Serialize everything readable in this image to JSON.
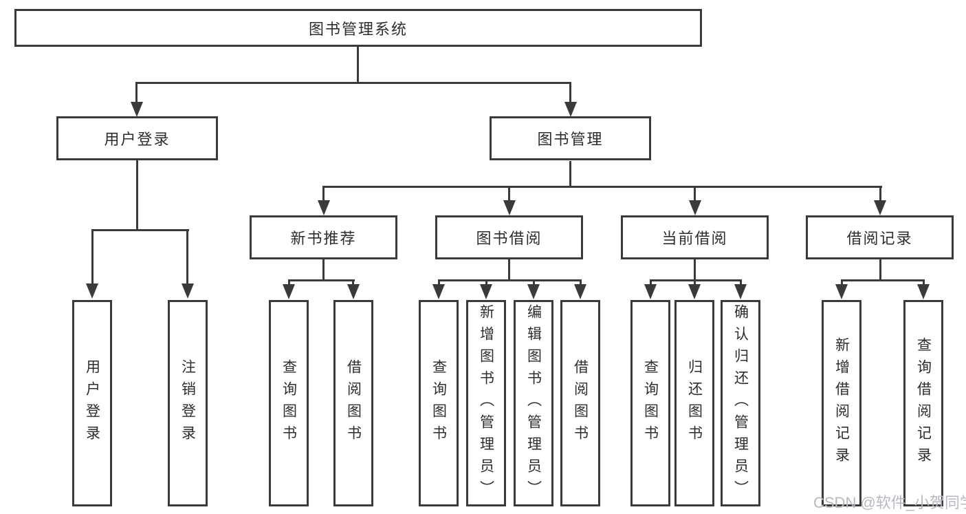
{
  "nodes": {
    "root": "图书管理系统",
    "user_login": "用户登录",
    "book_mgmt": "图书管理",
    "new_book_rec": "新书推荐",
    "book_borrow": "图书借阅",
    "current_borrow": "当前借阅",
    "borrow_records": "借阅记录",
    "leaf_user_login": "用户登录",
    "leaf_logout": "注销登录",
    "leaf_query_book_rec": "查询图书",
    "leaf_borrow_book_rec": "借阅图书",
    "leaf_query_book_borrow": "查询图书",
    "leaf_add_book": "新增图书（管理员）",
    "leaf_edit_book": "编辑图书（管理员）",
    "leaf_borrow_book_borrow": "借阅图书",
    "leaf_query_book_cur": "查询图书",
    "leaf_return_book": "归还图书",
    "leaf_confirm_return": "确认归还（管理员）",
    "leaf_add_record": "新增借阅记录",
    "leaf_query_record": "查询借阅记录"
  },
  "watermark": "CSDN @软件_小贺同学",
  "colors": {
    "line": "#3a3a3a",
    "text": "#2d2d2d",
    "watermark": "#b6bac0",
    "background": "#ffffff"
  }
}
